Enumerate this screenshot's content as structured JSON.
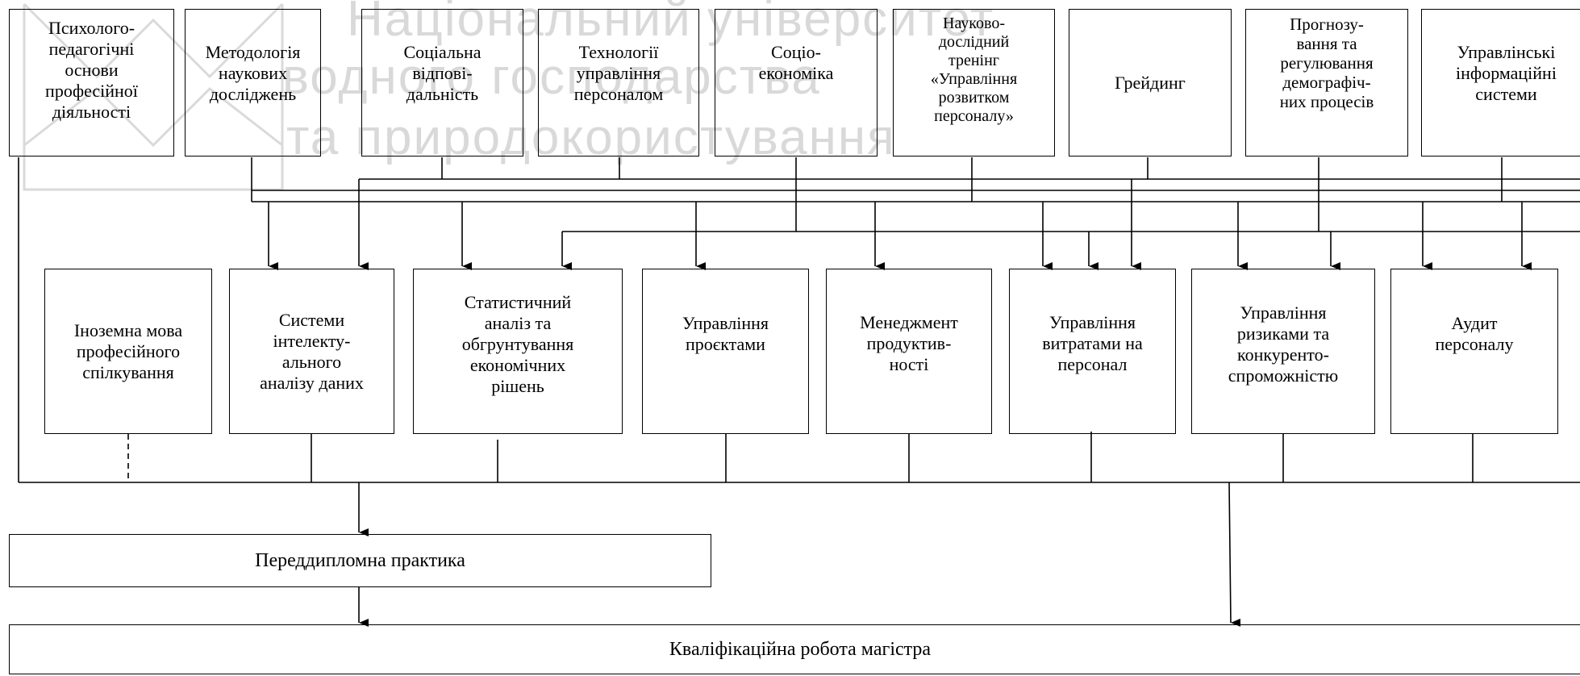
{
  "watermark": {
    "line1": "Національний університет",
    "line2": "водного господарства",
    "line3": "та природокористування"
  },
  "top_row": [
    "Психолого-\nпедагогічні\nоснови\nпрофесійної\nдіяльності",
    "Методологія\nнаукових\nдосліджень",
    "Соціальна\nвідпові-\nдальність",
    "Технології\nуправління\nперсоналом",
    "Соціо-\nекономіка",
    "Науково-\nдослідний\nтренінг\n«Управління\nрозвитком\nперсоналу»",
    "Грейдинг",
    "Прогнозу-\nвання та\nрегулювання\nдемографіч-\nних процесів",
    "Управлінські\nінформаційні\nсистеми"
  ],
  "middle_row": [
    "Іноземна мова\nпрофесійного\nспілкування",
    "Системи\nінтелекту-\nального\nаналізу даних",
    "Статистичний\nаналіз та\nобгрунтування\nекономічних\nрішень",
    "Управління\nпроєктами",
    "Менеджмент\nпродуктив-\nності",
    "Управління\nвитратами на\nперсонал",
    "Управління\nризиками та\nконкуренто-\nспроможністю",
    "Аудит\nперсоналу"
  ],
  "practice": "Переддипломна практика",
  "thesis": "Кваліфікаційна робота магістра"
}
